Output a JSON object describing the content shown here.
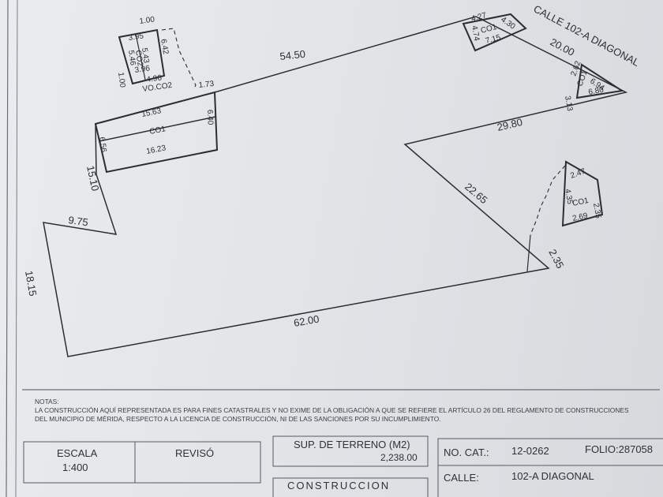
{
  "plan": {
    "street_label": "CALLE 102-A DIAGONAL",
    "dims": {
      "top": "54.50",
      "corner_top": "20.00",
      "right_upper": "29.80",
      "diagonal": "22.65",
      "right_small": "2.35",
      "bottom": "62.00",
      "left_lower": "18.15",
      "notch_h": "9.75",
      "left_upper": "15.10",
      "offset": "1.73"
    },
    "main_block": {
      "label": "CO1",
      "top": "15.63",
      "bottom": "16.23",
      "left": "6.56",
      "right": "6.40"
    },
    "small_block": {
      "label": "CO2",
      "v1": "3.95",
      "v2": "5.43",
      "v3": "5.46",
      "v4": "3.96",
      "dashed": "6.42",
      "top": "1.00",
      "left": "1.00",
      "bottom": "4.96",
      "sub": "VO.CO2"
    },
    "tri_top": {
      "label": "CO1",
      "a": "4.27",
      "b": "4.30",
      "c": "4.74",
      "d": "7.15"
    },
    "tri_right": {
      "label": "CO1",
      "a": "2.62",
      "b": "6.94",
      "c": "6.80",
      "d": "3.13"
    },
    "tri_mid": {
      "label": "CO1",
      "a": "2.47",
      "b": "2.35",
      "c": "4.35",
      "d": "2.69"
    }
  },
  "notes": {
    "heading": "NOTAS:",
    "line1": "LA CONSTRUCCIÓN AQUÍ REPRESENTADA ES PARA FINES CATASTRALES Y NO EXIME DE LA OBLIGACIÓN A QUE SE REFIERE EL ARTÍCULO 26 DEL REGLAMENTO DE CONSTRUCCIONES",
    "line2": "DEL MUNICIPIO DE MÉRIDA, RESPECTO A LA LICENCIA DE CONSTRUCCIÓN, NI DE LAS SANCIONES POR SU INCUMPLIMIENTO."
  },
  "title_block": {
    "escala_label": "ESCALA",
    "escala_value": "1:400",
    "reviso_label": "REVISÓ",
    "sup_label": "SUP. DE TERRENO (M2)",
    "sup_value": "2,238.00",
    "construccion_label": "CONSTRUCCION",
    "nocat_label": "NO. CAT.:",
    "nocat_value": "12-0262",
    "folio_label": "FOLIO:",
    "folio_value": "287058",
    "calle_label": "CALLE:",
    "calle_value": "102-A DIAGONAL"
  }
}
